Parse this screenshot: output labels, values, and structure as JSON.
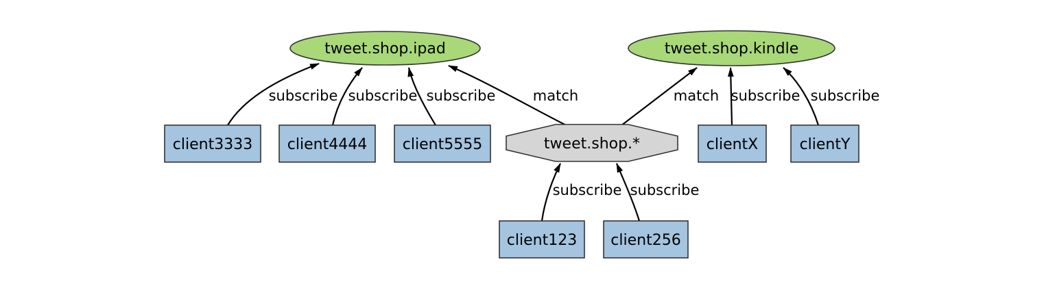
{
  "colors": {
    "background": "#ffffff",
    "topic_fill": "#a8d878",
    "client_fill": "#a4c4df",
    "wildcard_fill": "#d5d5d5",
    "node_border": "#333333",
    "edge": "#000000",
    "label_text": "#000000"
  },
  "diagram": {
    "topics": [
      {
        "label": "tweet.shop.ipad"
      },
      {
        "label": "tweet.shop.kindle"
      }
    ],
    "wildcard_topic": {
      "label": "tweet.shop.*"
    },
    "clients": [
      {
        "label": "client3333"
      },
      {
        "label": "client4444"
      },
      {
        "label": "client5555"
      },
      {
        "label": "clientX"
      },
      {
        "label": "clientY"
      },
      {
        "label": "client123"
      },
      {
        "label": "client256"
      }
    ],
    "edges": [
      {
        "from": "client3333",
        "to": "tweet.shop.ipad",
        "label": "subscribe"
      },
      {
        "from": "client4444",
        "to": "tweet.shop.ipad",
        "label": "subscribe"
      },
      {
        "from": "client5555",
        "to": "tweet.shop.ipad",
        "label": "subscribe"
      },
      {
        "from": "tweet.shop.*",
        "to": "tweet.shop.ipad",
        "label": "match"
      },
      {
        "from": "tweet.shop.*",
        "to": "tweet.shop.kindle",
        "label": "match"
      },
      {
        "from": "clientX",
        "to": "tweet.shop.kindle",
        "label": "subscribe"
      },
      {
        "from": "clientY",
        "to": "tweet.shop.kindle",
        "label": "subscribe"
      },
      {
        "from": "client123",
        "to": "tweet.shop.*",
        "label": "subscribe"
      },
      {
        "from": "client256",
        "to": "tweet.shop.*",
        "label": "subscribe"
      }
    ]
  }
}
